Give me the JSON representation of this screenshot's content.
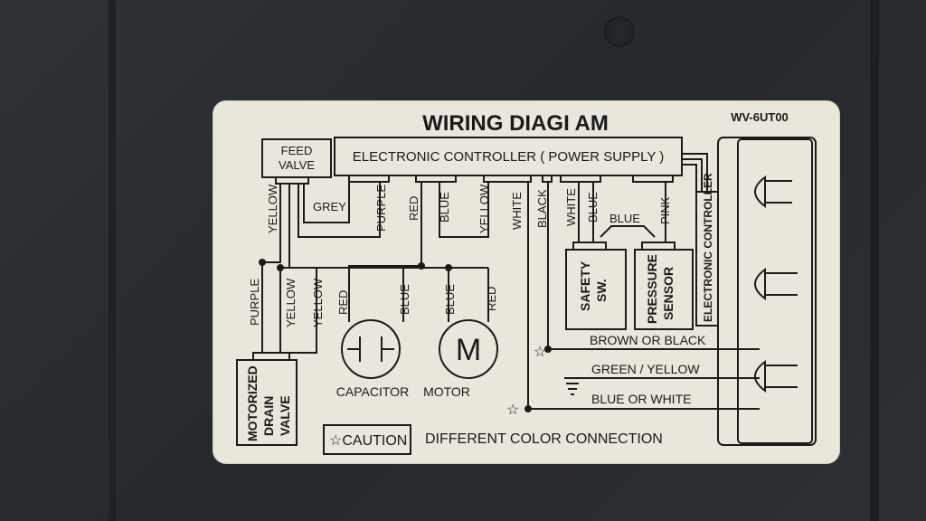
{
  "title": "WIRING    DIAGI AM",
  "model": "WV-6UT00",
  "components": {
    "feed_valve": [
      "FEED",
      "VALVE"
    ],
    "controller": "ELECTRONIC  CONTROLLER ( POWER  SUPPLY )",
    "safety_switch": [
      "SAFETY",
      "SW."
    ],
    "pressure_sensor": [
      "PRESSURE",
      "SENSOR"
    ],
    "electronic_controller_side": "ELECTRONIC CONTROLLER",
    "capacitor": "CAPACITOR",
    "motor": "MOTOR",
    "motor_symbol": "M",
    "drain_valve": [
      "MOTORIZED",
      "DRAIN",
      "VALVE"
    ]
  },
  "wires": {
    "grey": "GREY",
    "purple": "PURPLE",
    "red": "RED",
    "blue": "BLUE",
    "yellow": "YELLOW",
    "white": "WHITE",
    "black": "BLACK",
    "pink": "PINK",
    "brown_or_black": "BROWN OR BLACK",
    "green_yellow": "GREEN / YELLOW",
    "blue_or_white": "BLUE OR WHITE"
  },
  "caution": {
    "star": "☆",
    "label": "☆CAUTION",
    "note": "DIFFERENT COLOR CONNECTION"
  },
  "colors": {
    "label_bg": "#e9e7dc",
    "ink": "#1a1a1a",
    "panel": "#2b2e31"
  }
}
